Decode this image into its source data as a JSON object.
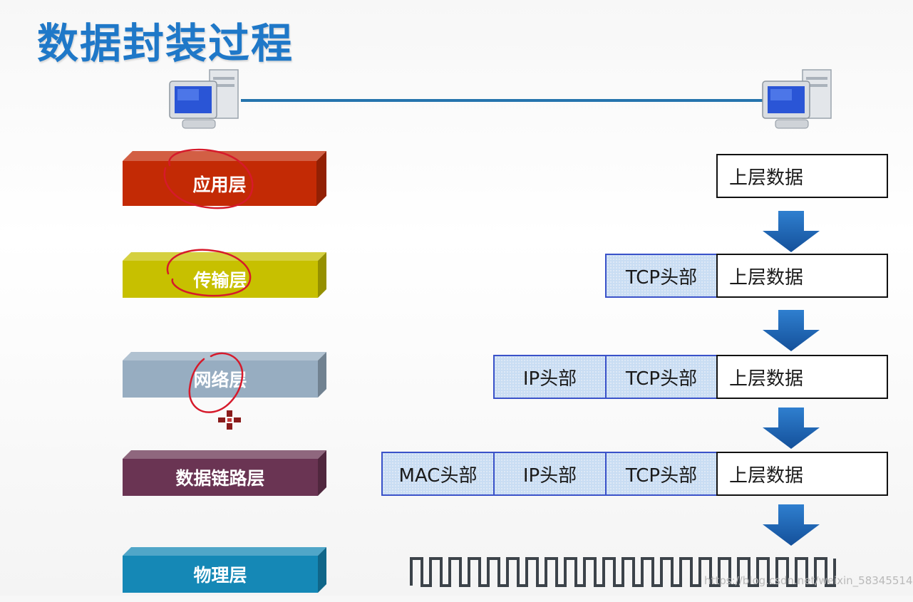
{
  "title": "数据封装过程",
  "layers": [
    {
      "label": "应用层",
      "color": "#c32a05"
    },
    {
      "label": "传输层",
      "color": "#c7c000"
    },
    {
      "label": "网络层",
      "color": "#97adc1"
    },
    {
      "label": "数据链路层",
      "color": "#6a3453"
    },
    {
      "label": "物理层",
      "color": "#1588b6"
    }
  ],
  "headers": {
    "tcp": "TCP头部",
    "ip": "IP头部",
    "mac": "MAC头部"
  },
  "payload": "上层数据",
  "watermark": "https://blog.csdn.net/weixin_58345514",
  "colors": {
    "header_fill": "#c9ddf3",
    "header_border": "#3a52c9",
    "arrow": "#1f64b2",
    "link": "#2574ad",
    "annotation": "#d61a2b"
  },
  "icons": [
    "computer-icon",
    "computer-icon",
    "arrow-down-icon",
    "crosshair-cursor-icon"
  ]
}
